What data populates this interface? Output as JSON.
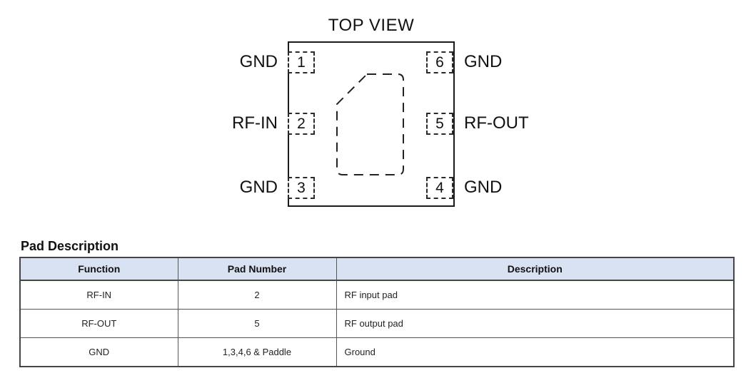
{
  "diagram": {
    "title": "TOP VIEW",
    "pads": [
      {
        "number": "1",
        "label": "GND"
      },
      {
        "number": "2",
        "label": "RF-IN"
      },
      {
        "number": "3",
        "label": "GND"
      },
      {
        "number": "4",
        "label": "GND"
      },
      {
        "number": "5",
        "label": "RF-OUT"
      },
      {
        "number": "6",
        "label": "GND"
      }
    ]
  },
  "table": {
    "heading": "Pad Description",
    "headers": [
      "Function",
      "Pad Number",
      "Description"
    ],
    "rows": [
      {
        "function": "RF-IN",
        "pad_number": "2",
        "description": "RF input pad"
      },
      {
        "function": "RF-OUT",
        "pad_number": "5",
        "description": "RF output pad"
      },
      {
        "function": "GND",
        "pad_number": "1,3,4,6 & Paddle",
        "description": "Ground"
      }
    ]
  },
  "colors": {
    "table_header_bg": "#d9e2f2",
    "table_outer_border": "#454545",
    "table_inner_border": "#555555",
    "ink": "#111111"
  }
}
